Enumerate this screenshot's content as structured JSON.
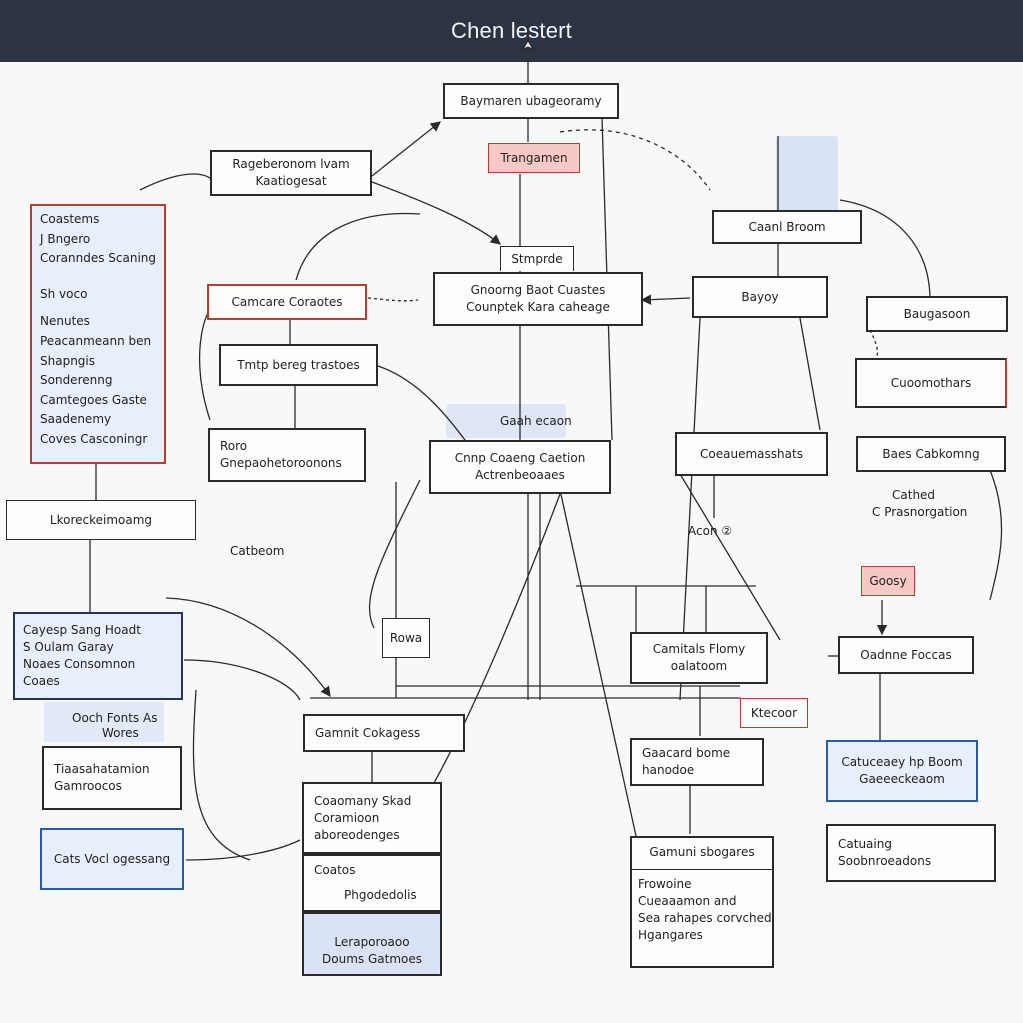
{
  "window": {
    "title": "Chen lestert"
  },
  "nodes": {
    "top_center": "Baymaren ubageoramy",
    "top_left_line1": "Rageberonom lvam",
    "top_left_line2": "Kaatiogesat",
    "red_center": "Trangamen",
    "left_panel": [
      "Coastems",
      "J Bngero",
      "Coranndes Scaning",
      "Sh voco",
      "Nenutes",
      "Peacanmeann ben",
      "Shapngis",
      "Sonderenng",
      "Camtegoes Gaste",
      "Saadenemy",
      "Coves Casconingr"
    ],
    "red_left": "Camcare Coraotes",
    "center_label_a": "Stmprde",
    "center_box_line1": "Gnoorng Baot Cuastes",
    "center_box_line2": "Counptek Kara caheage",
    "right_top": "Caanl Broom",
    "right_mid": "Bayoy",
    "far_right_1": "Baugasoon",
    "far_right_2": "Cuoomothars",
    "tmp_box": "Tmtp bereg trastoes",
    "left_mid_line1": "Roro",
    "left_mid_line2": "Gnepaohetoroonons",
    "center_cloud": "Gaah ecaon",
    "center_main_line1": "Cnnp Coaeng Caetion",
    "center_main_line2": "Actrenbeoaaes",
    "right_stack": "Coeauemasshats",
    "far_right_3": "Baes Cabkomng",
    "far_right_label_1": "Cathed",
    "far_right_label_2": "C   Prasnorgation",
    "left_wide": "Lkoreckeimoamg",
    "label_carbeon": "Catbeom",
    "label_acon": "Acon ②",
    "red_small": "Goosy",
    "blue_left_1": [
      "Cayesp Sang Hoadt",
      "S  Oulam Garay",
      "Noaes Consomnon",
      "Coaes"
    ],
    "small_box": "Rowa",
    "mid_right_box_line1": "Camitals Flomy",
    "mid_right_box_line2": "oalatoom",
    "far_right_4": "Oadnne Foccas",
    "label_cook": "Ooch Fonts As",
    "label_works": "Wores",
    "blue_left_2_line1": "Tiaasahatamion",
    "blue_left_2_line2": "Gamroocos",
    "center_lower": "Gamnit Cokagess",
    "red_small_2": "Ktecoor",
    "mid_right_2_line1": "Gaacard bome",
    "mid_right_2_line2": "hanodoe",
    "far_right_blue_line1": "Catuceaey hp Boom",
    "far_right_blue_line2": "Gaeeeckeaom",
    "blue_left_3": "Cats Vocl ogessang",
    "stack_a_line1": "Coaomany Skad",
    "stack_a_line2": "Coramioon",
    "stack_a_line3": "aboreodenges",
    "stack_b_line1": "Coatos",
    "stack_b_line2": "Phgodedolis",
    "stack_c_line1": "Leraporoaoo",
    "stack_c_line2": "Doums Gatmoes",
    "lower_right_line1": "Gamuni sbogares",
    "lower_right_list": [
      "Frowoine",
      "Cueaaamon and",
      "Sea rahapes corvched",
      "Hgangares"
    ],
    "far_right_5_line1": "Catuaing",
    "far_right_5_line2": "Soobnroeadons"
  }
}
